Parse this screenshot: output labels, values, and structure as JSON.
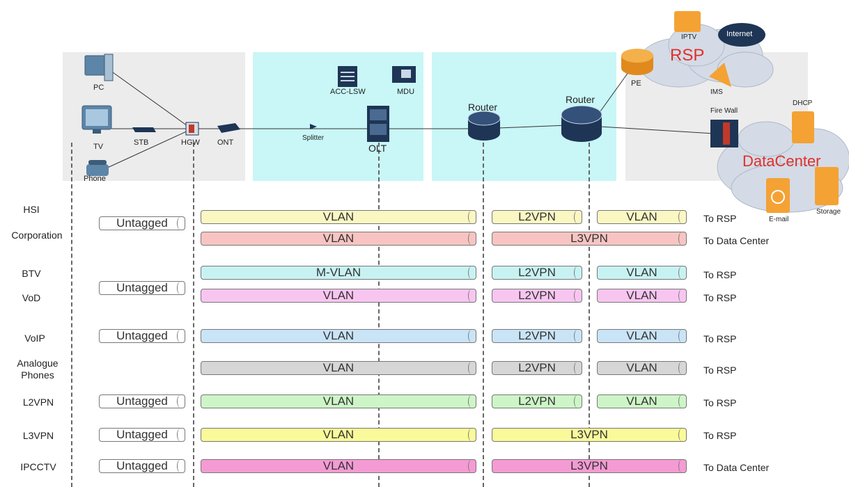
{
  "topology": {
    "devices": {
      "pc": "PC",
      "tv": "TV",
      "phone": "Phone",
      "stb": "STB",
      "hgw": "HGW",
      "ont": "ONT",
      "splitter": "Splitter",
      "acc_lsw": "ACC-LSW",
      "mdu": "MDU",
      "olt": "OLT",
      "router1": "Router",
      "router2": "Router",
      "pe": "PE",
      "firewall": "Fire Wall",
      "dhcp": "DHCP",
      "email": "E-mail",
      "storage": "Storage",
      "iptv": "IPTV",
      "ims": "IMS",
      "internet": "Internet"
    },
    "clouds": {
      "rsp": "RSP",
      "datacenter": "DataCenter"
    },
    "colors": {
      "zone_gray": "#ececec",
      "zone_cyan": "#c9f6f6",
      "cloud": "#d4dbe6",
      "device_orange": "#f4a234",
      "device_navy": "#1e3555",
      "cloud_red": "#e0302a"
    }
  },
  "services": [
    {
      "label": "HSI"
    },
    {
      "label": "Corporation"
    },
    {
      "label": "BTV"
    },
    {
      "label": "VoD"
    },
    {
      "label": "VoIP"
    },
    {
      "label": "Analogue Phones"
    },
    {
      "label": "L2VPN"
    },
    {
      "label": "L3VPN"
    },
    {
      "label": "IPCCTV"
    }
  ],
  "pipes": {
    "untagged": [
      {
        "label": "Untagged"
      },
      {
        "label": "Untagged"
      },
      {
        "label": "Untagged"
      },
      {
        "label": "Untagged"
      },
      {
        "label": "Untagged"
      },
      {
        "label": "Untagged"
      }
    ],
    "access": [
      {
        "label": "VLAN",
        "color": "#fbf7c3"
      },
      {
        "label": "VLAN",
        "color": "#f7c4c1"
      },
      {
        "label": "M-VLAN",
        "color": "#c8f2f2"
      },
      {
        "label": "VLAN",
        "color": "#f8c5f0"
      },
      {
        "label": "VLAN",
        "color": "#c9e4f6"
      },
      {
        "label": "VLAN",
        "color": "#d6d6d6"
      },
      {
        "label": "VLAN",
        "color": "#cdf5c7"
      },
      {
        "label": "VLAN",
        "color": "#fafa9a"
      },
      {
        "label": "VLAN",
        "color": "#f49bd3"
      }
    ],
    "core": [
      {
        "label": "L2VPN",
        "color": "#fbf7c3"
      },
      {
        "label": "L3VPN",
        "color": "#f7c4c1"
      },
      {
        "label": "L2VPN",
        "color": "#c8f2f2"
      },
      {
        "label": "L2VPN",
        "color": "#f8c5f0"
      },
      {
        "label": "L2VPN",
        "color": "#c9e4f6"
      },
      {
        "label": "L2VPN",
        "color": "#d6d6d6"
      },
      {
        "label": "L2VPN",
        "color": "#cdf5c7"
      },
      {
        "label": "L3VPN",
        "color": "#fafa9a"
      },
      {
        "label": "L3VPN",
        "color": "#f49bd3"
      }
    ],
    "edge": [
      {
        "label": "VLAN",
        "color": "#fbf7c3"
      },
      {
        "label": "VLAN",
        "color": "#c8f2f2"
      },
      {
        "label": "VLAN",
        "color": "#f8c5f0"
      },
      {
        "label": "VLAN",
        "color": "#c9e4f6"
      },
      {
        "label": "VLAN",
        "color": "#d6d6d6"
      },
      {
        "label": "VLAN",
        "color": "#cdf5c7"
      }
    ]
  },
  "destinations": [
    {
      "label": "To RSP"
    },
    {
      "label": "To Data Center"
    },
    {
      "label": "To RSP"
    },
    {
      "label": "To RSP"
    },
    {
      "label": "To RSP"
    },
    {
      "label": "To RSP"
    },
    {
      "label": "To RSP"
    },
    {
      "label": "To RSP"
    },
    {
      "label": "To Data Center"
    }
  ]
}
